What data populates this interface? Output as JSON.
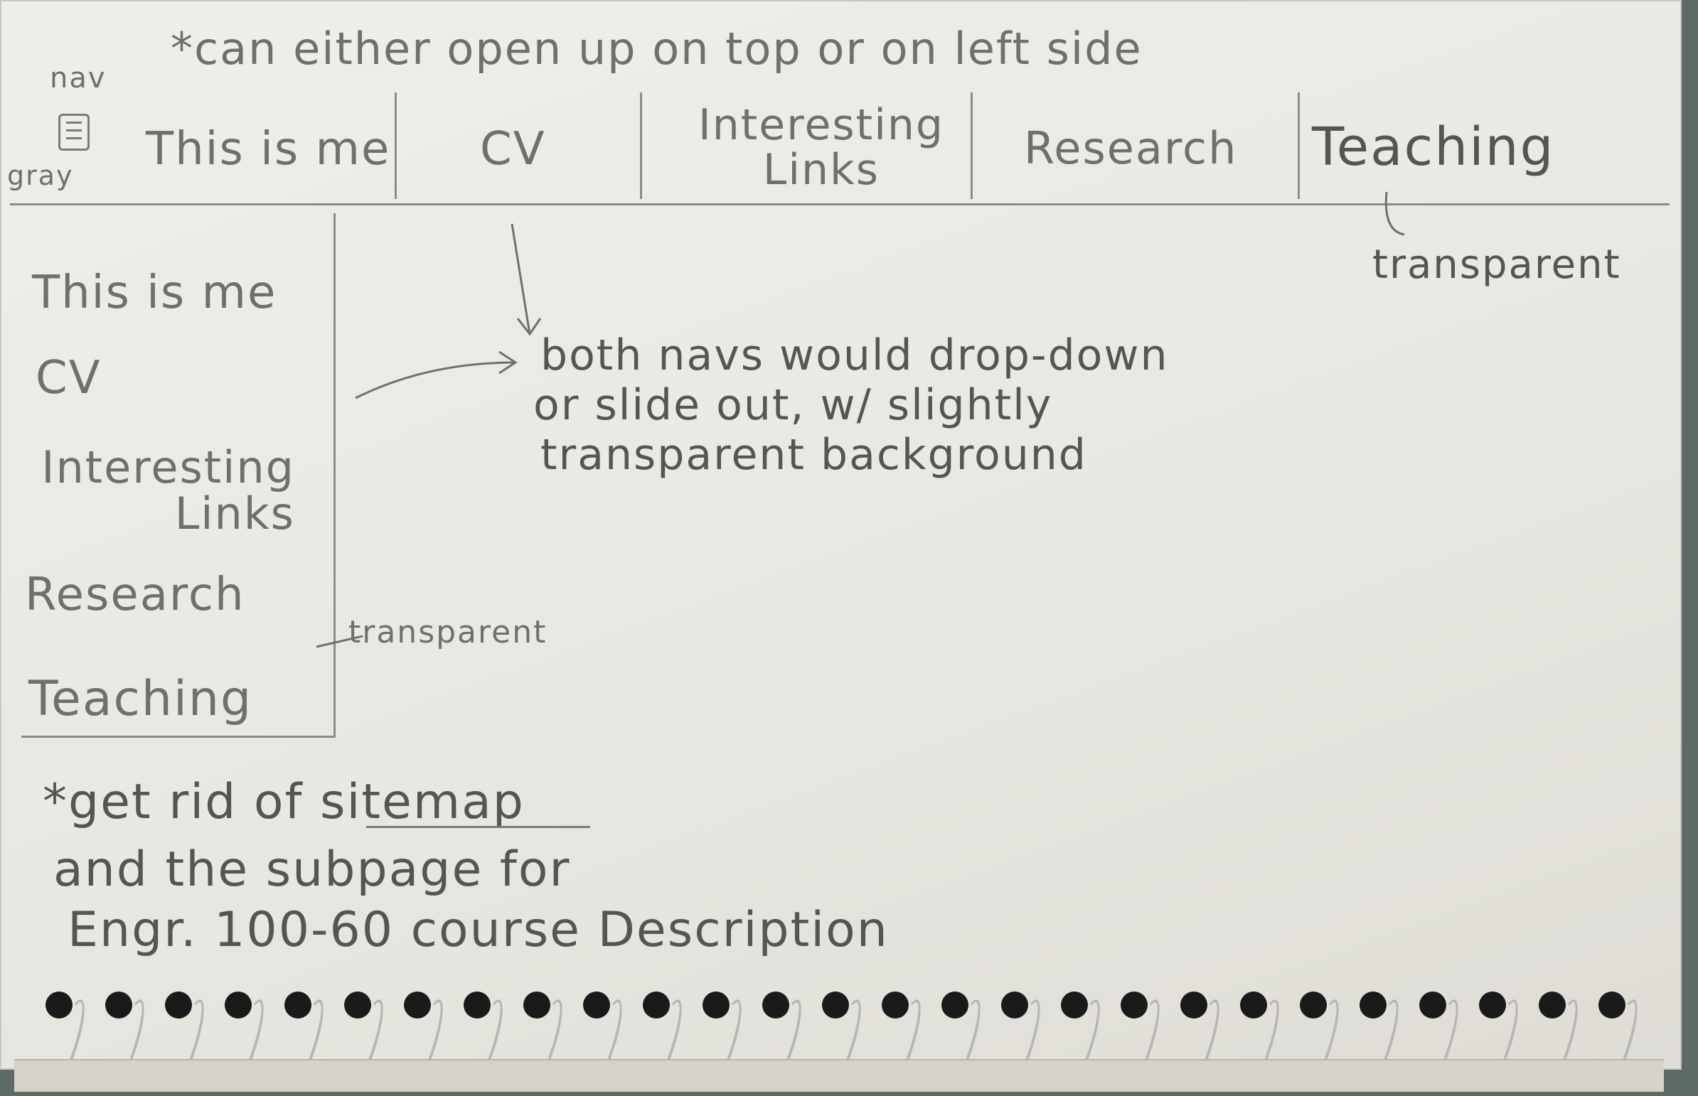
{
  "header_note": "*can either open up on top or on left side",
  "nav_annotation": "nav",
  "gray_annotation": "gray",
  "top_nav": {
    "items": [
      "This is me",
      "CV",
      "Interesting Links",
      "Research",
      "Teaching"
    ],
    "teaching_note": "transparent"
  },
  "side_nav": {
    "items": [
      "This is me",
      "CV",
      "Interesting Links",
      "Research",
      "Teaching"
    ],
    "box_note": "transparent"
  },
  "middle_note": {
    "line1": "both navs would drop-down",
    "line2": "or slide out, w/ slightly",
    "line3": "transparent background"
  },
  "bottom_note": {
    "line1_prefix": "*get rid of",
    "line1_link": "sitemap",
    "line2": "and the subpage for",
    "line3": "Engr. 100-60 course Description"
  },
  "colors": {
    "paper": "#ecebe5",
    "pencil": "#6f6f6f",
    "background": "#5d6b66"
  },
  "icons": [
    "hamburger-menu-icon",
    "spiral-binding"
  ]
}
